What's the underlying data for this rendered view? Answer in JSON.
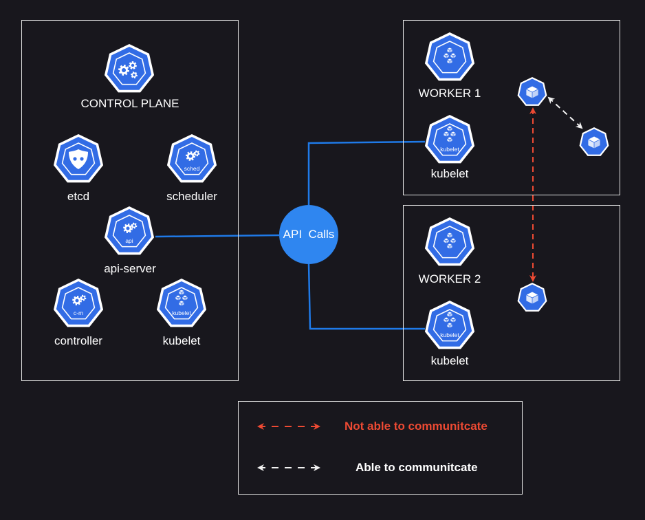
{
  "control_plane": {
    "title": "CONTROL PLANE",
    "components": [
      {
        "label": "etcd"
      },
      {
        "label": "scheduler",
        "icon_text": "sched"
      },
      {
        "label": "api-server",
        "icon_text": "api"
      },
      {
        "label": "controller",
        "icon_text": "c-m"
      },
      {
        "label": "kubelet",
        "icon_text": "kubelet"
      }
    ]
  },
  "hub": {
    "label": "API  Calls"
  },
  "workers": [
    {
      "title": "WORKER 1",
      "kubelet_label": "kubelet",
      "kubelet_icon_text": "kubelet"
    },
    {
      "title": "WORKER 2",
      "kubelet_label": "kubelet",
      "kubelet_icon_text": "kubelet"
    }
  ],
  "legend": {
    "not_able": "Not able to communitcate",
    "able": "Able to communitcate"
  },
  "colors": {
    "background": "#18171d",
    "kube_blue": "#326ce5",
    "link_blue": "#1f7ae8",
    "hub_blue": "#2f86f0",
    "no_comm": "#ee4a33",
    "comm": "#f2f2f2",
    "border": "#e6e6e6"
  }
}
